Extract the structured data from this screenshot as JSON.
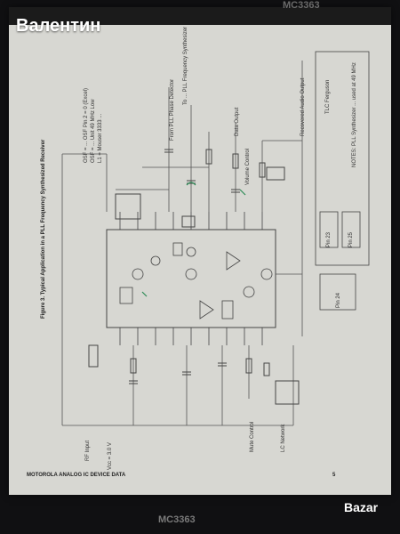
{
  "overlay": {
    "title": "Валентин"
  },
  "document": {
    "part_number_top": "MC3363",
    "part_number_bottom": "MC3363",
    "figure_caption": "Figure 3. Typical Application in a PLL Frequency Synthesized Receiver",
    "footer": "MOTOROLA ANALOG IC DEVICE DATA",
    "page_number": "5",
    "labels": {
      "vcc": "Vcc = 3.0 V",
      "rf_input": "RF Input",
      "to_pll": "From PLL Phase Detector",
      "data_output": "Data Output",
      "volume_control": "Volume Control",
      "recovered_audio": "Recovered Audio Output",
      "mute_control": "Mute Control",
      "lc_network": "LC Network",
      "note": "NOTES: PLL Synthesizer ... used at 49 MHz",
      "osc_box": "To ... PLL Frequency Synthesizer",
      "notes_lines": [
        "OSF = ... OSF Pin 2 = 0 (Excel)",
        "OSF = ... Unit 49 MHz Low",
        "L1 = Mouser 3333 ..."
      ],
      "tab_1": "Pin 23",
      "tab_2": "Pin 25",
      "tab_3": "Pin 24",
      "tlc_label": "TLC Ferguson"
    }
  },
  "watermark": {
    "text": "Bazar"
  },
  "colors": {
    "background": "#101012",
    "paper": "#d7d7d2",
    "ink": "#333333",
    "accent_green": "#2e8b57"
  }
}
